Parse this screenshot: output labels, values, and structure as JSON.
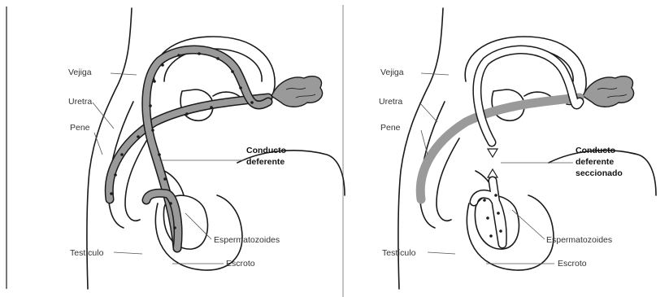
{
  "left_panel": {
    "labels": {
      "vejiga": "Vejiga",
      "uretra": "Uretra",
      "pene": "Pene",
      "conducto_line1": "Conducto",
      "conducto_line2": "deferente",
      "espermatozoides": "Espermatozoides",
      "testiculo": "Testículo",
      "escroto": "Escroto"
    }
  },
  "right_panel": {
    "labels": {
      "vejiga": "Vejiga",
      "uretra": "Uretra",
      "pene": "Pene",
      "conducto_line1": "Conducto",
      "conducto_line2": "deferente",
      "conducto_line3": "seccionado",
      "espermatozoides": "Espermatozoides",
      "testiculo": "Testículo",
      "escroto": "Escroto"
    }
  }
}
